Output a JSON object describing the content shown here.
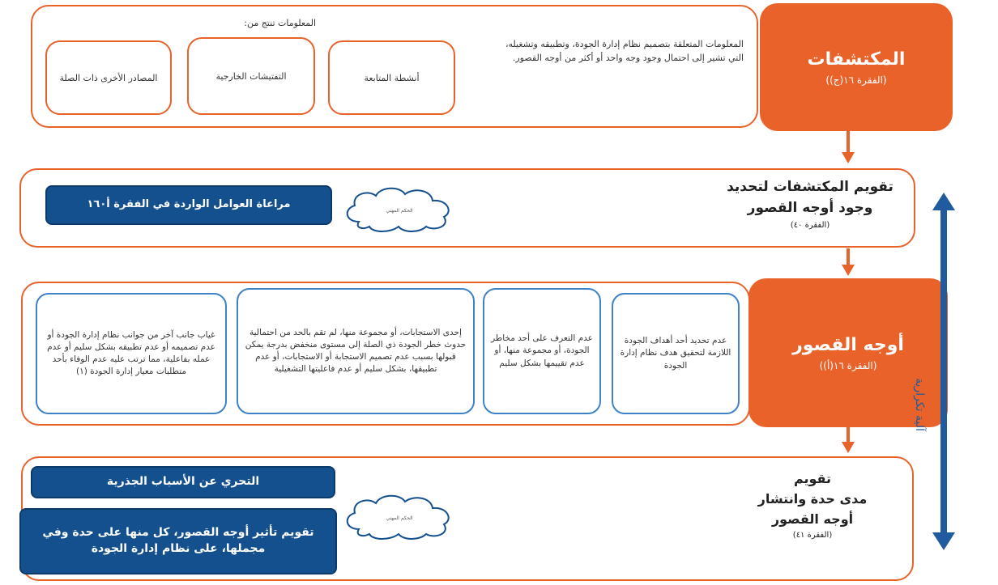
{
  "findings": {
    "title": "المكتشفات",
    "ref": "(الفقرة ١٦(ج))",
    "desc": "المعلومات المتعلقة بتصميم نظام إدارة الجودة، وتطبيقه وتشغيله، التي تشير إلى احتمال وجود وجه واحد أو أكثر من أوجه القصور.",
    "sources_heading": "المعلومات تنتج من:",
    "sources": [
      "أنشطة المتابعة",
      "التفتيشات الخارجية",
      "المصادر الأخرى ذات الصلة"
    ]
  },
  "evaluate_findings": {
    "title_line1": "تقويم المكتشفات لتحديد",
    "title_line2": "وجود أوجه القصور",
    "ref": "(الفقرة ٤٠)",
    "cloud": "الحكم المهني",
    "button": "مراعاة العوامل الواردة في الفقرة أ١٦٠"
  },
  "deficiencies": {
    "title": "أوجه القصور",
    "ref": "(الفقرة ١٦(أ))",
    "items": [
      "عدم تحديد أحد أهداف الجودة اللازمة لتحقيق هدف نظام إدارة الجودة",
      "عدم التعرف على أحد مخاطر الجودة، أو مجموعة منها، أو عدم تقييمها بشكل سليم",
      "إحدى الاستجابات، أو مجموعة منها، لم تقم بالحد من احتمالية حدوث خطر الجودة ذي الصلة إلى مستوى منخفض بدرجة يمكن قبولها بسبب عدم تصميم الاستجابة أو الاستجابات، أو عدم تطبيقها، بشكل سليم أو عدم فاعليتها التشغيلية",
      "غياب جانب آخر من جوانب نظام إدارة الجودة أو عدم تصميمه أو عدم تطبيقه بشكل سليم أو عدم عمله بفاعلية، مما ترتب عليه عدم الوفاء بأحد متطلبات معيار إدارة الجودة (١)"
    ]
  },
  "evaluate_severity": {
    "title_line1": "تقويم",
    "title_line2": "مدى حدة وانتشار",
    "title_line3": "أوجه القصور",
    "ref": "(الفقرة ٤١)",
    "cloud": "الحكم المهني",
    "button1": "التحري عن الأسباب الجذرية",
    "button2": "تقويم تأثير أوجه القصور، كل منها على حدة وفي مجملها، على نظام إدارة الجودة"
  },
  "iterative_label": "آلية تكرارية",
  "colors": {
    "orange": "#e8622a",
    "blue": "#3d82c7",
    "navy": "#15508e",
    "arrow_blue": "#1f5b9e"
  }
}
